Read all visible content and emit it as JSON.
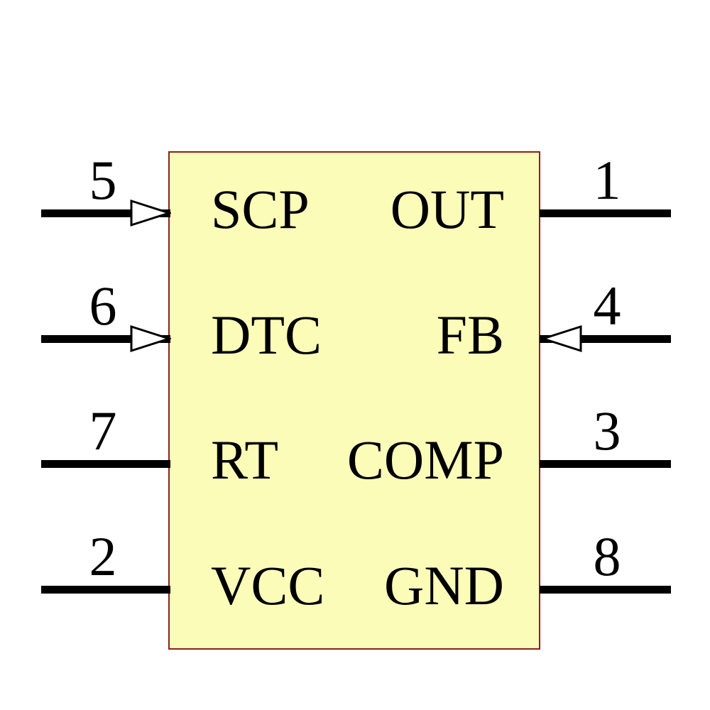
{
  "diagram": {
    "kind": "ic-schematic-symbol"
  },
  "colors": {
    "background": "#FFFFFF",
    "body_fill": "#FCFCB9",
    "body_border": "#8B2020",
    "pin_line": "#000000",
    "text": "#000000",
    "arrow_fill": "#FFFFFF",
    "arrow_outline": "#000000"
  },
  "component": {
    "left_pins": [
      {
        "number": "5",
        "name": "SCP",
        "direction": "input-arrow"
      },
      {
        "number": "6",
        "name": "DTC",
        "direction": "input-arrow"
      },
      {
        "number": "7",
        "name": "RT",
        "direction": "plain"
      },
      {
        "number": "2",
        "name": "VCC",
        "direction": "plain"
      }
    ],
    "right_pins": [
      {
        "number": "1",
        "name": "OUT",
        "direction": "plain"
      },
      {
        "number": "4",
        "name": "FB",
        "direction": "input-arrow"
      },
      {
        "number": "3",
        "name": "COMP",
        "direction": "plain"
      },
      {
        "number": "8",
        "name": "GND",
        "direction": "plain"
      }
    ]
  }
}
